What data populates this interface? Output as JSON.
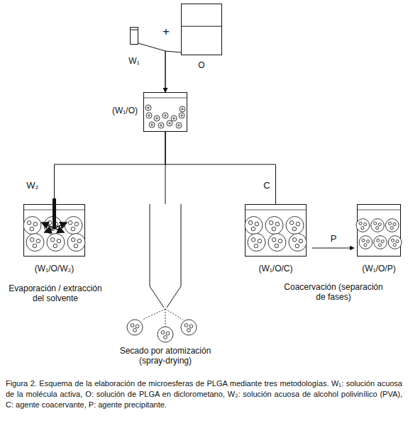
{
  "diagram": {
    "caption": "Figura 2. Esquema de la elaboración de microesferas de PLGA mediante tres metodologías. W₁: solución acuosa de la molécula activa, O: solución de PLGA en diclorometano, W₂: solución acuosa de alcohol polivinílico (PVA), C: agente coacervante, P: agente precipitante.",
    "nodes": [
      {
        "text": [
          "W₁"
        ]
      },
      {
        "text": [
          "O"
        ]
      },
      {
        "text": [
          "(W₁/O)"
        ]
      },
      {
        "text": [
          "(W₁/O/W₂)",
          "Evaporación / extracción del solvente"
        ]
      },
      {
        "text": [
          "Secado por atomización (spray-drying)"
        ]
      },
      {
        "text": [
          "(W₁/O/C)"
        ]
      },
      {
        "text": [
          "(W₁/O/P)"
        ]
      }
    ],
    "edges": [
      {
        "from": 0,
        "to": 2,
        "arrow": "to"
      },
      {
        "from": 1,
        "to": 2,
        "arrow": "to"
      },
      {
        "from": 2,
        "to": 3,
        "label": "W₂",
        "arrow": "none"
      },
      {
        "from": 2,
        "to": 4,
        "arrow": "none"
      },
      {
        "from": 2,
        "to": 5,
        "label": "C",
        "arrow": "none"
      },
      {
        "from": 5,
        "to": 6,
        "label": "P",
        "arrow": "to"
      }
    ],
    "labels": [
      "+",
      "Coacervación (separación de fases)"
    ]
  }
}
